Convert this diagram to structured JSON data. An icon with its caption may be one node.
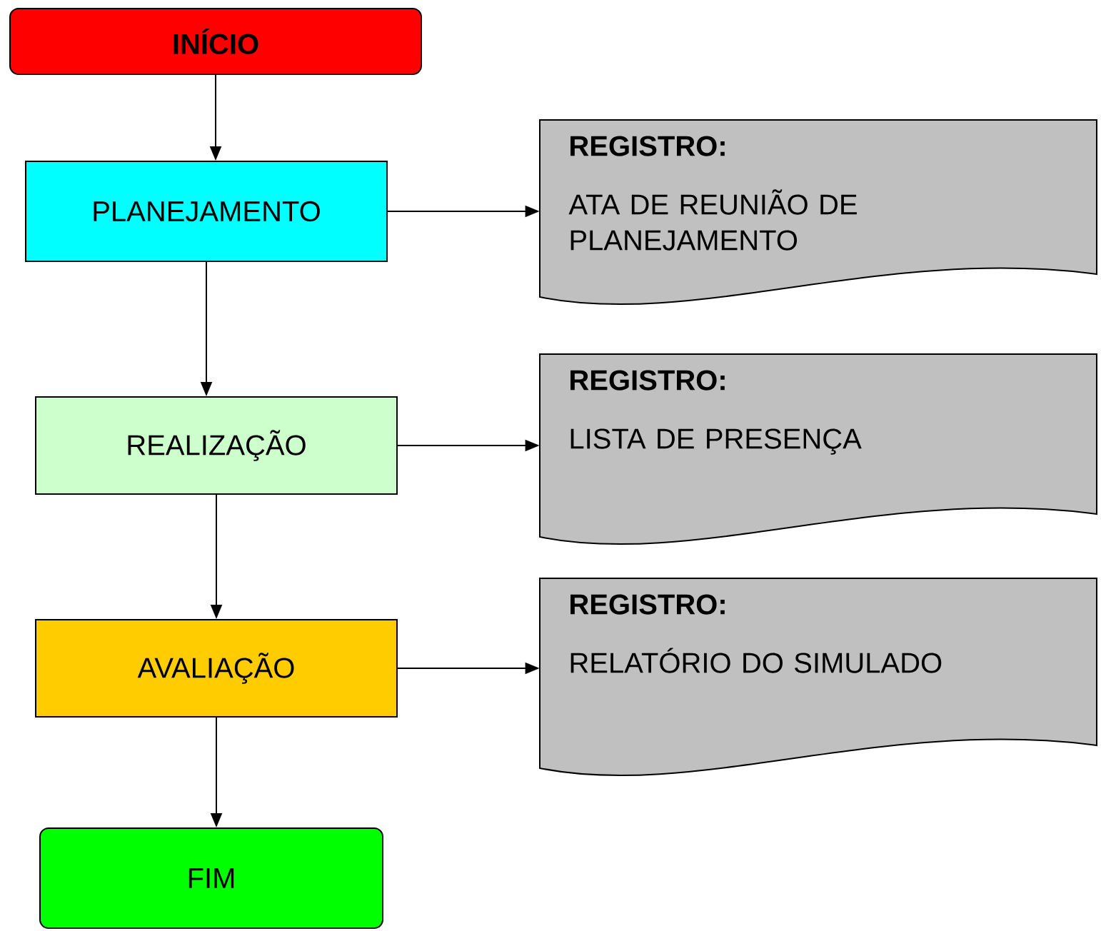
{
  "diagram": {
    "nodes": [
      {
        "text": [
          "INÍCIO"
        ]
      },
      {
        "text": [
          "PLANEJAMENTO"
        ]
      },
      {
        "text": [
          "REGISTRO:",
          "ATA DE REUNIÃO DE PLANEJAMENTO"
        ]
      },
      {
        "text": [
          "REALIZAÇÃO"
        ]
      },
      {
        "text": [
          "REGISTRO:",
          "LISTA DE PRESENÇA"
        ]
      },
      {
        "text": [
          "AVALIAÇÃO"
        ]
      },
      {
        "text": [
          "REGISTRO:",
          "RELATÓRIO DO SIMULADO"
        ]
      },
      {
        "text": [
          "FIM"
        ]
      }
    ],
    "edges": [
      {
        "from": 0,
        "to": 1,
        "arrow": "to"
      },
      {
        "from": 1,
        "to": 2,
        "arrow": "to"
      },
      {
        "from": 1,
        "to": 3,
        "arrow": "to"
      },
      {
        "from": 3,
        "to": 4,
        "arrow": "to"
      },
      {
        "from": 3,
        "to": 5,
        "arrow": "to"
      },
      {
        "from": 5,
        "to": 6,
        "arrow": "to"
      },
      {
        "from": 5,
        "to": 7,
        "arrow": "to"
      }
    ]
  }
}
